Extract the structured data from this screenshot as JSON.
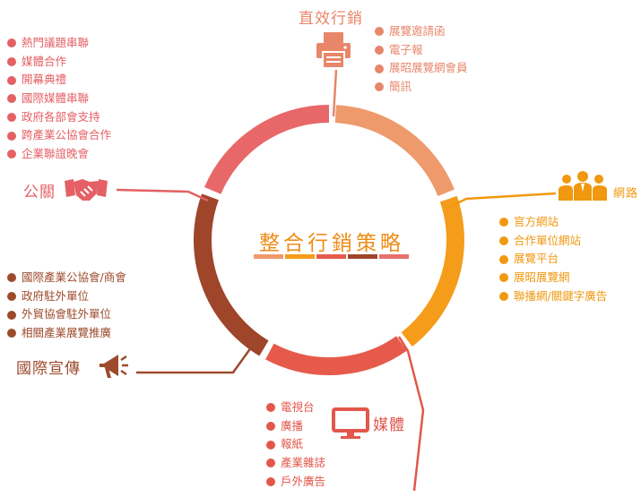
{
  "center": {
    "title": "整合行銷策略",
    "bar_colors": [
      "#ee9a6c",
      "#f59c1a",
      "#e65a4c",
      "#a0452a",
      "#e8706f"
    ]
  },
  "groups": [
    {
      "key": "direct",
      "title": "直效行銷",
      "icon": "printer-icon",
      "color": "#e8866a",
      "items": [
        "展覽邀請函",
        "電子報",
        "展昭展覽網會員",
        "簡訊"
      ]
    },
    {
      "key": "network",
      "title": "網路",
      "icon": "people-network-icon",
      "color": "#f0980f",
      "items": [
        "官方網站",
        "合作單位網站",
        "展覽平台",
        "展昭展覽網",
        "聯播網/關鍵字廣告"
      ]
    },
    {
      "key": "media",
      "title": "媒體",
      "icon": "monitor-icon",
      "color": "#e2574a",
      "items": [
        "電視台",
        "廣播",
        "報紙",
        "產業雜誌",
        "戶外廣告"
      ]
    },
    {
      "key": "intl",
      "title": "國際宣傳",
      "icon": "megaphone-icon",
      "color": "#9d4a2c",
      "items": [
        "國際產業公協會/商會",
        "政府駐外單位",
        "外貿協會駐外單位",
        "相關產業展覽推廣"
      ]
    },
    {
      "key": "pr",
      "title": "公關",
      "icon": "handshake-icon",
      "color": "#e46064",
      "items": [
        "熱門議題串聯",
        "媒體合作",
        "開幕典禮",
        "國際媒體串聯",
        "政府各部會支持",
        "跨產業公協會合作",
        "企業聯誼晚會"
      ]
    }
  ],
  "ring_colors": {
    "direct": "#ee9a6c",
    "network": "#f59c1a",
    "media": "#e65a4c",
    "intl": "#9e452a",
    "pr": "#e8686a"
  }
}
